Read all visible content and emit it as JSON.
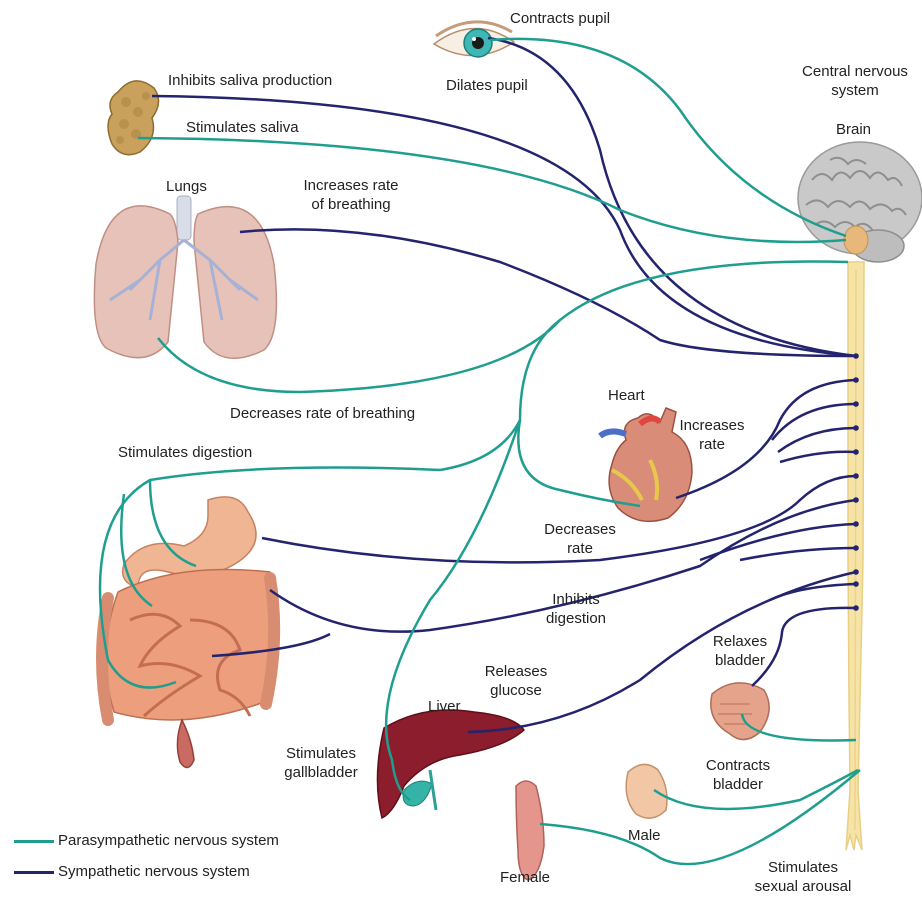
{
  "colors": {
    "parasympathetic": "#1f9e8f",
    "sympathetic": "#23236e",
    "spine": "#f6e3a6",
    "brain": "#c9c9c9",
    "organ_pink": "#e9a58a",
    "liver": "#8b1d2c",
    "lung": "#e6c2b8"
  },
  "labels": {
    "contracts_pupil": "Contracts pupil",
    "dilates_pupil": "Dilates pupil",
    "cns_line1": "Central nervous",
    "cns_line2": "system",
    "brain": "Brain",
    "inhibits_saliva": "Inhibits saliva production",
    "stimulates_saliva": "Stimulates saliva",
    "lungs": "Lungs",
    "increases_breathing_1": "Increases rate",
    "increases_breathing_2": "of breathing",
    "decreases_breathing": "Decreases rate of breathing",
    "heart": "Heart",
    "increases_rate_1": "Increases",
    "increases_rate_2": "rate",
    "stimulates_digestion": "Stimulates digestion",
    "decreases_rate_1": "Decreases",
    "decreases_rate_2": "rate",
    "inhibits_digestion_1": "Inhibits",
    "inhibits_digestion_2": "digestion",
    "relaxes_bladder_1": "Relaxes",
    "relaxes_bladder_2": "bladder",
    "releases_glucose_1": "Releases",
    "releases_glucose_2": "glucose",
    "liver": "Liver",
    "stimulates_gallbladder_1": "Stimulates",
    "stimulates_gallbladder_2": "gallbladder",
    "contracts_bladder_1": "Contracts",
    "contracts_bladder_2": "bladder",
    "male": "Male",
    "female": "Female",
    "sexual_arousal_1": "Stimulates",
    "sexual_arousal_2": "sexual arousal"
  },
  "legend": {
    "parasympathetic": "Parasympathetic nervous system",
    "sympathetic": "Sympathetic nervous system"
  }
}
